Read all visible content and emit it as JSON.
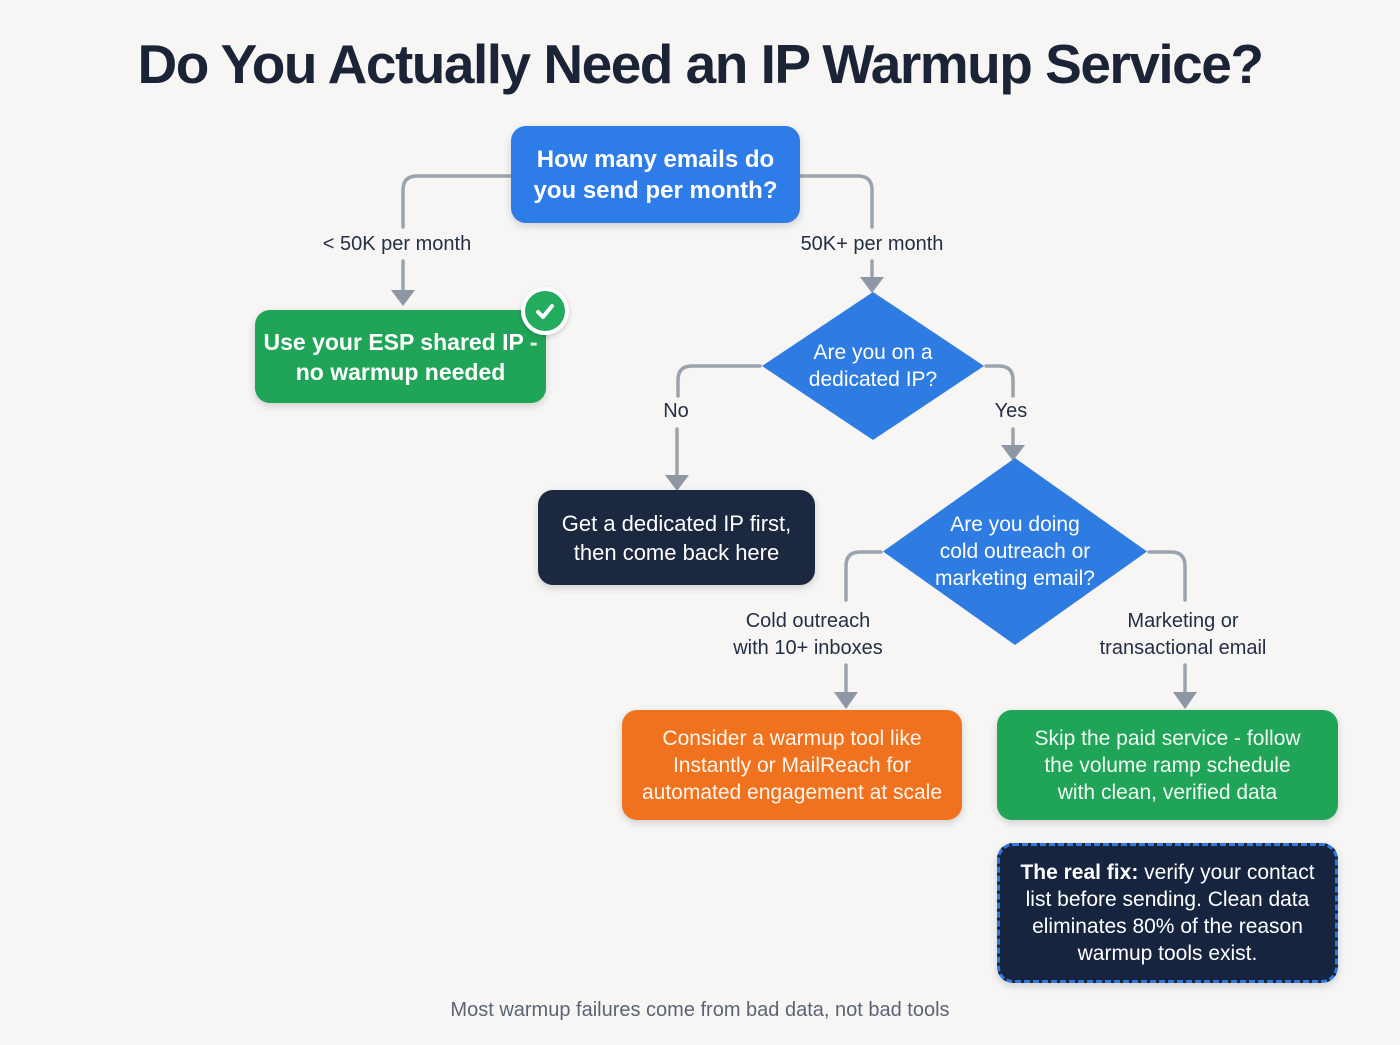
{
  "title": "Do You Actually Need an IP Warmup Service?",
  "footer": "Most warmup failures come from bad data, not bad tools",
  "colors": {
    "background": "#f8f6f4",
    "blue": "#2e7ce6",
    "green": "#20a457",
    "orange": "#f0721f",
    "navy": "#1b2840",
    "navy_dark": "#16243f",
    "dashed_border": "#2f7ae0",
    "connector_gray": "#9aa3ae",
    "title_text": "#1b2336"
  },
  "nodes": {
    "root": {
      "text": "How many emails do\nyou send per month?"
    },
    "esp_shared": {
      "text": "Use your ESP shared IP -\nno warmup needed",
      "badge_icon": "check-icon"
    },
    "dedicated_ip_question": {
      "text": "Are you on a\ndedicated IP?"
    },
    "get_dedicated": {
      "text": "Get a dedicated IP first,\nthen come back here"
    },
    "outreach_question": {
      "text": "Are you doing\ncold outreach or\nmarketing email?"
    },
    "warmup_tool": {
      "text": "Consider a warmup tool like\nInstantly or MailReach for\nautomated engagement at scale"
    },
    "skip_service": {
      "text": "Skip the paid service - follow\nthe volume ramp schedule\nwith clean, verified data"
    },
    "real_fix": {
      "bold_prefix": "The real fix:",
      "text": " verify your contact\nlist before sending. Clean data\neliminates 80% of the reason\nwarmup tools exist."
    }
  },
  "edges": {
    "under_50k": "< 50K per month",
    "over_50k": "50K+ per month",
    "no": "No",
    "yes": "Yes",
    "cold_outreach": "Cold outreach\nwith 10+ inboxes",
    "marketing": "Marketing or\ntransactional email"
  }
}
